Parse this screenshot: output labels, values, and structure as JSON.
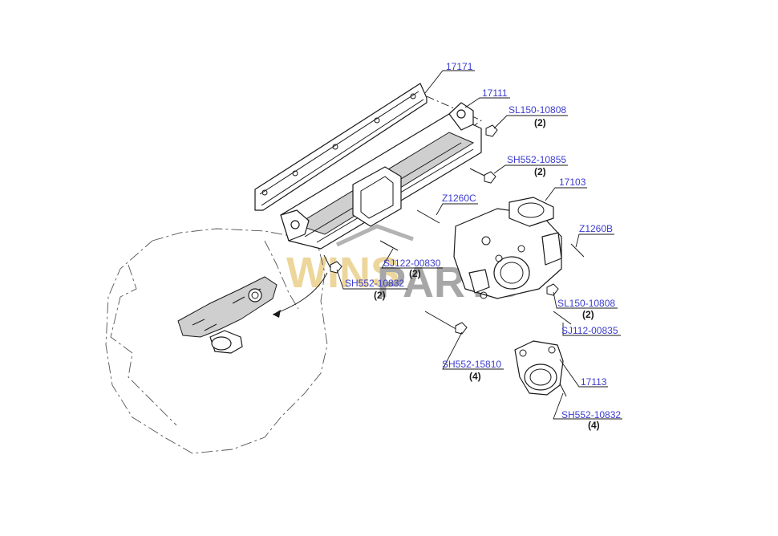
{
  "watermark": {
    "text_left": "WINS",
    "text_right": "PARTS",
    "color_left": "#e8c97a",
    "color_right": "#7a7a7a"
  },
  "colors": {
    "label": "#3c3ccf",
    "quantity": "#1a1a1a",
    "line": "#1a1a1a"
  },
  "callouts": {
    "c17171": {
      "part": "17171",
      "qty": ""
    },
    "c17111": {
      "part": "17111",
      "qty": ""
    },
    "c_sl150_a": {
      "part": "SL150-10808",
      "qty": "(2)"
    },
    "c_sh552_10855": {
      "part": "SH552-10855",
      "qty": "(2)"
    },
    "c17103": {
      "part": "17103",
      "qty": ""
    },
    "c_z1260c": {
      "part": "Z1260C",
      "qty": ""
    },
    "c_z1260b": {
      "part": "Z1260B",
      "qty": ""
    },
    "c_sj122": {
      "part": "SJ122-00830",
      "qty": "(2)"
    },
    "c_sh552_10832_a": {
      "part": "SH552-10832",
      "qty": "(2)"
    },
    "c_sl150_b": {
      "part": "SL150-10808",
      "qty": "(2)"
    },
    "c_sj112": {
      "part": "SJ112-00835",
      "qty": ""
    },
    "c_sh552_15810": {
      "part": "SH552-15810",
      "qty": "(4)"
    },
    "c17113": {
      "part": "17113",
      "qty": ""
    },
    "c_sh552_10832_b": {
      "part": "SH552-10832",
      "qty": "(4)"
    }
  }
}
